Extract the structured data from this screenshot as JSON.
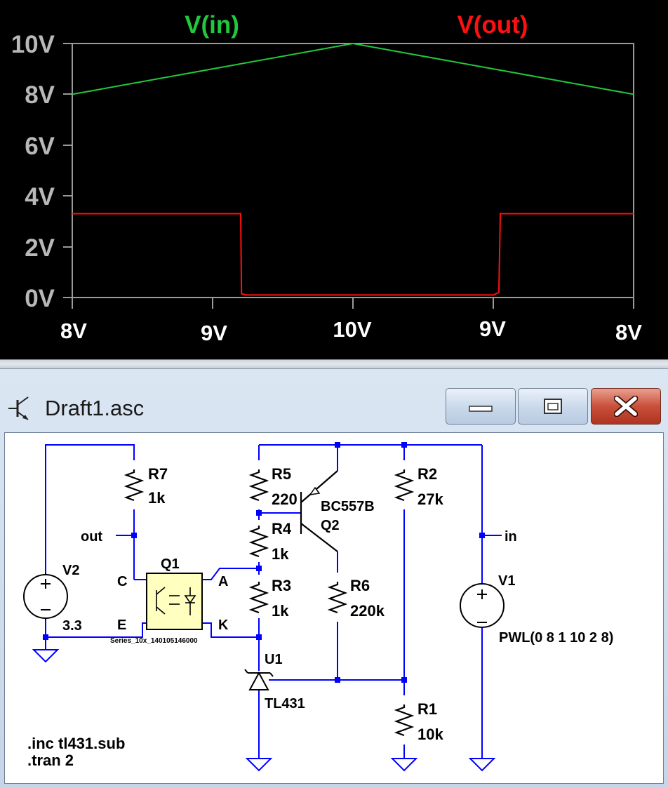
{
  "plot": {
    "trace_labels": [
      {
        "name": "V(in)",
        "color": "#22c83c"
      },
      {
        "name": "V(out)",
        "color": "#ff1010"
      }
    ],
    "background": "#000000",
    "axis_color": "#9a9a9a"
  },
  "chart_data": {
    "type": "line",
    "title": "",
    "xlabel": "",
    "ylabel": "",
    "x_ticks": [
      "8V",
      "9V",
      "10V",
      "9V",
      "8V"
    ],
    "y_ticks": [
      "10V",
      "8V",
      "6V",
      "4V",
      "2V",
      "0V"
    ],
    "ylim": [
      0,
      10
    ],
    "xlim_time_s": [
      0,
      2
    ],
    "grid": false,
    "series": [
      {
        "name": "V(in)",
        "color": "#22c83c",
        "points": [
          [
            0,
            8
          ],
          [
            1,
            10
          ],
          [
            2,
            8
          ]
        ]
      },
      {
        "name": "V(out)",
        "color": "#ff1010",
        "points": [
          [
            0,
            3.3
          ],
          [
            0.6,
            3.3
          ],
          [
            0.603,
            0.15
          ],
          [
            0.62,
            0.1
          ],
          [
            1.0,
            0.1
          ],
          [
            1.5,
            0.1
          ],
          [
            1.52,
            0.2
          ],
          [
            1.525,
            3.3
          ],
          [
            1.56,
            3.3
          ],
          [
            2,
            3.3
          ]
        ]
      }
    ]
  },
  "window": {
    "title": "Draft1.asc",
    "minimize_label": "minimize",
    "maximize_label": "maximize",
    "close_label": "close"
  },
  "schematic": {
    "wire_color": "#0000ff",
    "part_color": "#000000",
    "opto_fill": "#ffffc0",
    "labels": {
      "R7": "R7",
      "R7_val": "1k",
      "R5": "R5",
      "R5_val": "220",
      "R4": "R4",
      "R4_val": "1k",
      "R3": "R3",
      "R3_val": "1k",
      "R6": "R6",
      "R6_val": "220k",
      "R2": "R2",
      "R2_val": "27k",
      "R1": "R1",
      "R1_val": "10k",
      "Q2_model": "BC557B",
      "Q2": "Q2",
      "Q1": "Q1",
      "Q1_model": "Series_10x_140105146000",
      "pin_C": "C",
      "pin_E": "E",
      "pin_A": "A",
      "pin_K": "K",
      "V2": "V2",
      "V2_val": "3.3",
      "V1": "V1",
      "V1_val": "PWL(0 8 1 10 2 8)",
      "U1": "U1",
      "U1_model": "TL431",
      "net_out": "out",
      "net_in": "in"
    },
    "directives": [
      ".inc tl431.sub",
      ".tran 2"
    ]
  }
}
